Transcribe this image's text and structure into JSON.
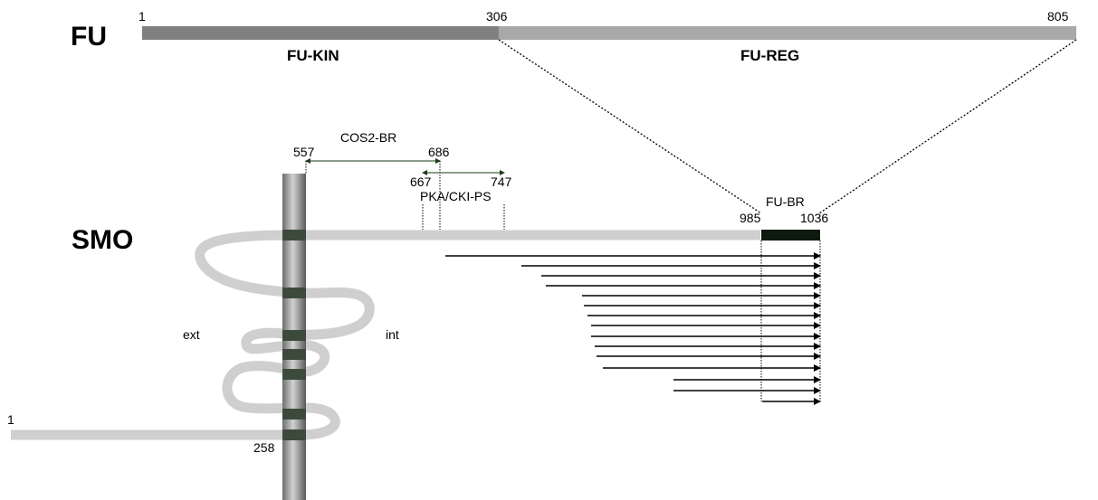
{
  "fu": {
    "name": "FU",
    "start": "1",
    "mid": "306",
    "end": "805",
    "kinase_label": "FU-KIN",
    "regulatory_label": "FU-REG",
    "kinase_color": "#808080",
    "regulatory_color": "#a8a8a8"
  },
  "smo": {
    "name": "SMO",
    "start": "1",
    "tm_end": "258",
    "ext_label": "ext",
    "int_label": "int",
    "chain_color": "#cfcfcf",
    "tm_band_color": "#3c4a3c",
    "fu_br_color": "#0d1a0d"
  },
  "regions": {
    "cos2_br": {
      "label": "COS2-BR",
      "start": "557",
      "end": "686"
    },
    "pka_cki_ps": {
      "label": "PKA/CKI-PS",
      "start": "667",
      "end": "747"
    },
    "fu_br": {
      "label": "FU-BR",
      "start": "985",
      "end": "1036"
    }
  },
  "constructs_count": 15
}
